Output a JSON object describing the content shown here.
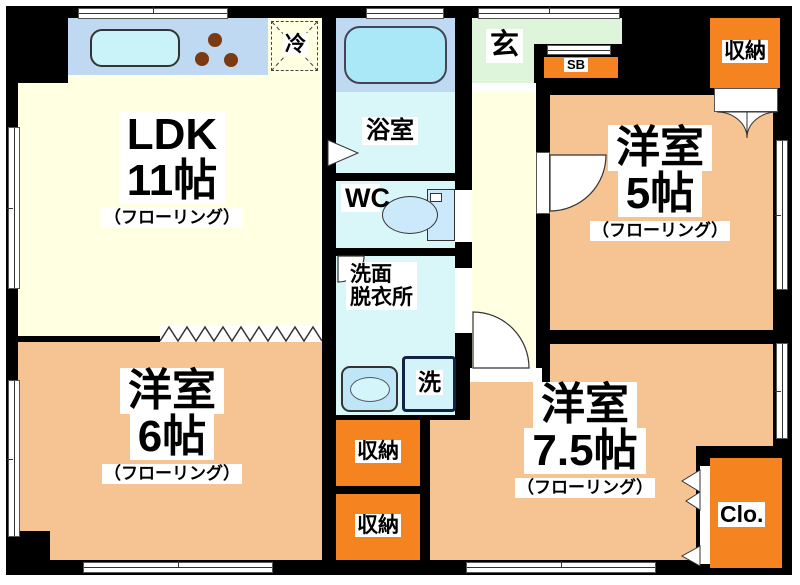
{
  "colors": {
    "wall": "#000000",
    "floor-cream": "#FFFFE1",
    "floor-peach": "#F6C493",
    "storage-orange": "#F5831F",
    "entrance-green": "#DEF4DB",
    "wet-cyan": "#D9F7F8",
    "counter-blue": "#BFD9F2",
    "tub-fill": "#ABE8F7",
    "sink-fill": "#C9F2F9",
    "toilet-fill": "#CBE9FA",
    "washer-fill": "#D2F3F9",
    "burner-brown": "#7B3A10"
  },
  "rooms": {
    "ldk": {
      "name": "LDK",
      "size": "11帖",
      "floor_note": "（フローリング）"
    },
    "western5": {
      "name": "洋室",
      "size": "5帖",
      "floor_note": "（フローリング）"
    },
    "western6": {
      "name": "洋室",
      "size": "6帖",
      "floor_note": "（フローリング）"
    },
    "western75": {
      "name": "洋室",
      "size": "7.5帖",
      "floor_note": "（フローリング）"
    },
    "bathroom": {
      "name": "浴室"
    },
    "toilet": {
      "name": "WC"
    },
    "washroom": {
      "name_line1": "洗面",
      "name_line2": "脱衣所"
    },
    "entrance": {
      "name": "玄"
    }
  },
  "fixtures": {
    "refrigerator_label": "冷",
    "shoe_box_label": "SB",
    "washer_label": "洗",
    "storage_label": "収納",
    "closet_label": "Clo."
  }
}
